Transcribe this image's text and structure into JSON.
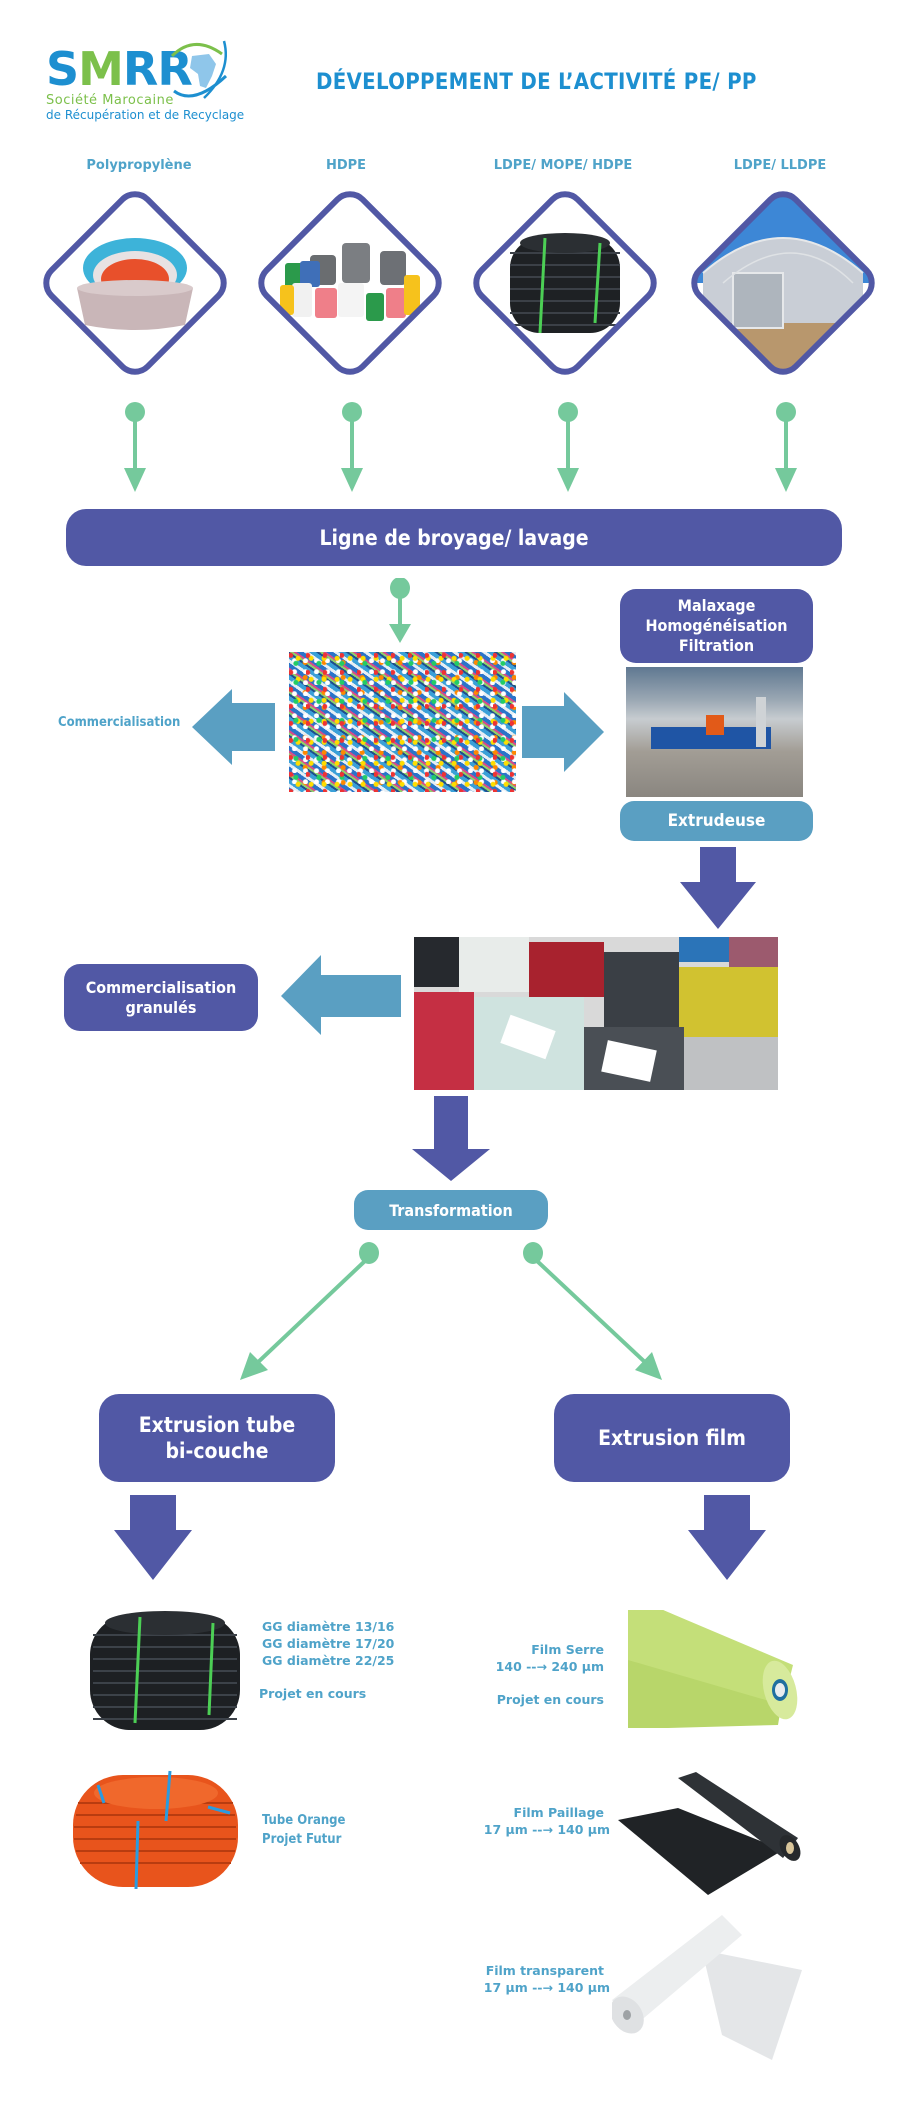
{
  "logo": {
    "word": "SMRR",
    "line1": "Société Marocaine",
    "line2": "de Récupération et de Recyclage"
  },
  "title": "DÉVELOPPEMENT DE L’ACTIVITÉ PE/ PP",
  "sources": [
    {
      "label": "Polypropylène",
      "image": "plastic-basins"
    },
    {
      "label": "HDPE",
      "image": "plastic-jerrycans"
    },
    {
      "label": "LDPE/ MOPE/ HDPE",
      "image": "black-pipe-coil"
    },
    {
      "label": "LDPE/ LLDPE",
      "image": "greenhouse-film"
    }
  ],
  "main_line": "Ligne de broyage/ lavage",
  "left_commercial": "Commercialisation",
  "processing": {
    "steps": "Malaxage\nHomogénéisation\nFiltration",
    "machine": "Extrudeuse"
  },
  "granules_commercial": "Commercialisation\ngranulés",
  "transformation": "Transformation",
  "branches": [
    {
      "label": "Extrusion tube\nbi-couche"
    },
    {
      "label": "Extrusion film"
    }
  ],
  "tube_products": [
    {
      "lines": [
        "GG diamètre 13/16",
        "GG diamètre 17/20",
        "GG diamètre 22/25"
      ],
      "status": "Projet en cours",
      "image": "black-pipe-coil"
    },
    {
      "lines": [
        "Tube Orange"
      ],
      "status": "Projet Futur",
      "image": "orange-pipe-coil"
    }
  ],
  "film_products": [
    {
      "name": "Film Serre",
      "range": "140 --→ 240 µm",
      "status": "Projet en cours",
      "image": "green-film-roll"
    },
    {
      "name": "Film Paillage",
      "range": "17 µm --→ 140 µm",
      "image": "black-film-roll"
    },
    {
      "name": "Film transparent",
      "range": "17 µm --→ 140 µm",
      "image": "clear-film-roll"
    }
  ],
  "colors": {
    "purple": "#5158a5",
    "teal": "#5a9fc2",
    "green": "#75c99c",
    "title_blue": "#1d8fd0",
    "label_blue": "#4fa3c9",
    "logo_green": "#7cc04b"
  }
}
